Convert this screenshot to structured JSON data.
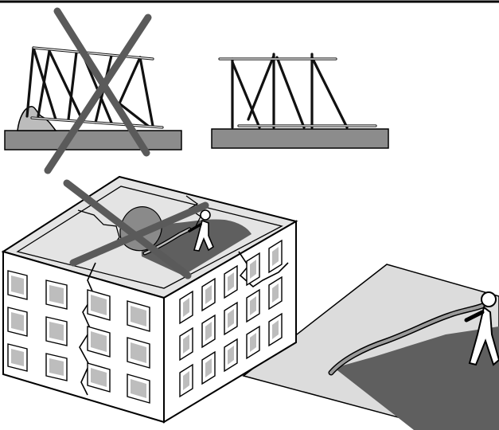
{
  "figure": {
    "panels": [
      {
        "name": "collapsed-truss-wrong",
        "marked_wrong": true
      },
      {
        "name": "standing-truss-correct",
        "marked_wrong": false
      },
      {
        "name": "hose-on-roof-wrong",
        "marked_wrong": true
      },
      {
        "name": "hose-on-ground-correct",
        "marked_wrong": false
      }
    ],
    "colors": {
      "ground": "#8c8c8c",
      "fire_dark": "#5f5f5f",
      "fire_light": "#b5b5b5",
      "x_mark": "#5a5a5a",
      "roof": "#e4e4e4",
      "ground_sheet": "#dcdcdc"
    },
    "icons": [
      "x-mark-icon",
      "firefighter-icon",
      "hose-icon"
    ]
  }
}
